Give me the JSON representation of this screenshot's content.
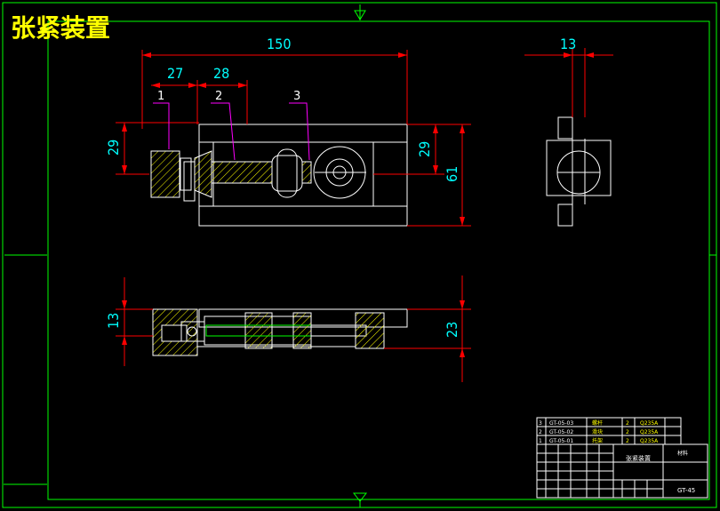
{
  "title": "张紧装置",
  "dimensions": {
    "d150": "150",
    "d27": "27",
    "d28": "28",
    "d13_top": "13",
    "d29_left": "29",
    "d29_right": "29",
    "d61": "61",
    "d13_bottom": "13",
    "d23": "23"
  },
  "balloons": {
    "b1": "1",
    "b2": "2",
    "b3": "3"
  },
  "parts": [
    {
      "no": "3",
      "code": "GT-05-03",
      "name": "螺杆",
      "qty": "2",
      "material": "Q235A"
    },
    {
      "no": "2",
      "code": "GT-05-02",
      "name": "滑块",
      "qty": "2",
      "material": "Q235A"
    },
    {
      "no": "1",
      "code": "GT-05-01",
      "name": "托架",
      "qty": "2",
      "material": "Q235A"
    }
  ],
  "titleblock": {
    "drawing_name": "张紧装置",
    "material_label": "材料",
    "unit": "",
    "drawing_no": "GT-45"
  },
  "colors": {
    "background": "#000000",
    "frame": "#00ff00",
    "dimension": "#ff0000",
    "dimension_text": "#00ffff",
    "outline": "#ffffff",
    "hatch": "#ffff00",
    "leader": "#ff00ff",
    "title": "#ffff00"
  }
}
